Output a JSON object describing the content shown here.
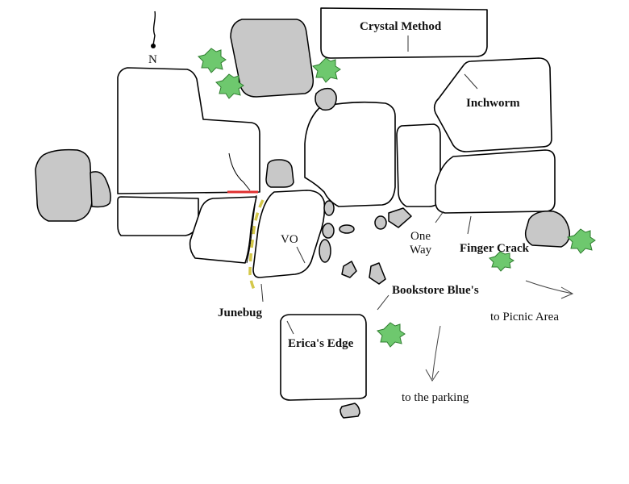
{
  "labels": {
    "north": "N",
    "crystal_method": "Crystal Method",
    "inchworm": "Inchworm",
    "vo": "VO",
    "one_way_1": "One",
    "one_way_2": "Way",
    "finger_crack": "Finger Crack",
    "bookstore_blues": "Bookstore Blue's",
    "junebug": "Junebug",
    "ericas_edge": "Erica's Edge",
    "to_picnic_area": "to Picnic Area",
    "to_the_parking": "to the parking"
  },
  "colors": {
    "boulder_fill": "#ffffff",
    "small_boulder_fill": "#c8c8c8",
    "outline": "#000000",
    "tree": "#6ec86e",
    "route_line": "#e03030",
    "trail_dashed": "#d4c84a"
  }
}
